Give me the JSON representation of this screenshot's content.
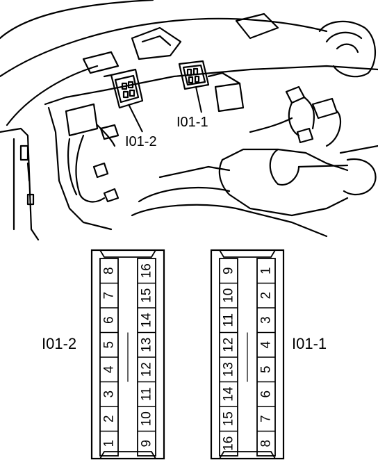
{
  "illustration": {
    "callouts": [
      {
        "id": "callout-i01-2",
        "text": "I01-2"
      },
      {
        "id": "callout-i01-1",
        "text": "I01-1"
      }
    ]
  },
  "connector_left": {
    "label": "I01-2",
    "left_col": [
      "8",
      "7",
      "6",
      "5",
      "4",
      "3",
      "2",
      "1"
    ],
    "right_col": [
      "16",
      "15",
      "14",
      "13",
      "12",
      "11",
      "10",
      "9"
    ]
  },
  "connector_right": {
    "label": "I01-1",
    "left_col": [
      "9",
      "10",
      "11",
      "12",
      "13",
      "14",
      "15",
      "16"
    ],
    "right_col": [
      "1",
      "2",
      "3",
      "4",
      "5",
      "6",
      "7",
      "8"
    ]
  }
}
